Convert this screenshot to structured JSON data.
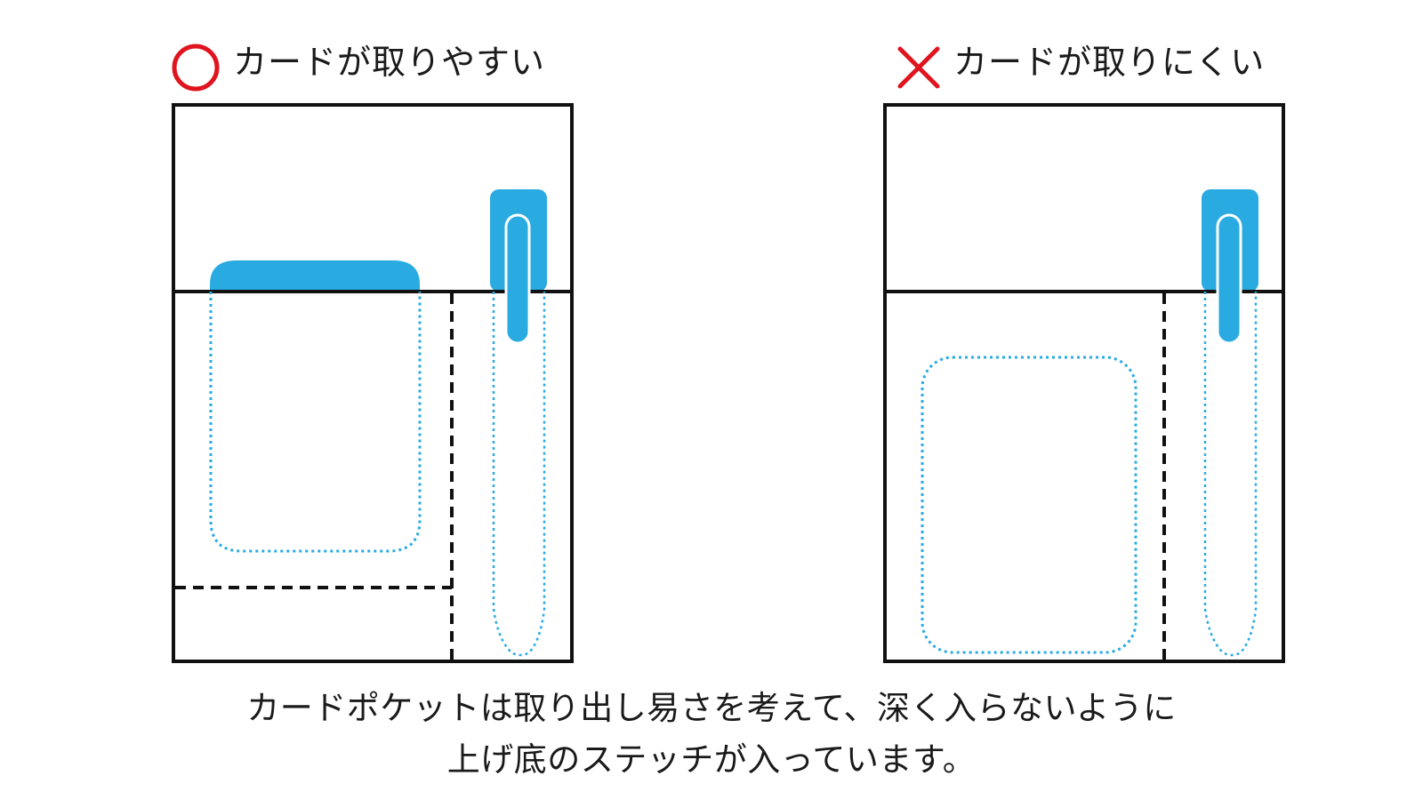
{
  "good_example": {
    "mark_icon": "red-circle-icon",
    "heading": "カードが取りやすい"
  },
  "bad_example": {
    "mark_icon": "red-cross-icon",
    "heading": "カードが取りにくい"
  },
  "caption": {
    "line1": "カードポケットは取り出し易さを考えて、深く入らないように",
    "line2": "上げ底のステッチが入っています。"
  },
  "colors": {
    "outline": "#111111",
    "card_blue": "#29abe2",
    "mark_red": "#e0141e"
  }
}
